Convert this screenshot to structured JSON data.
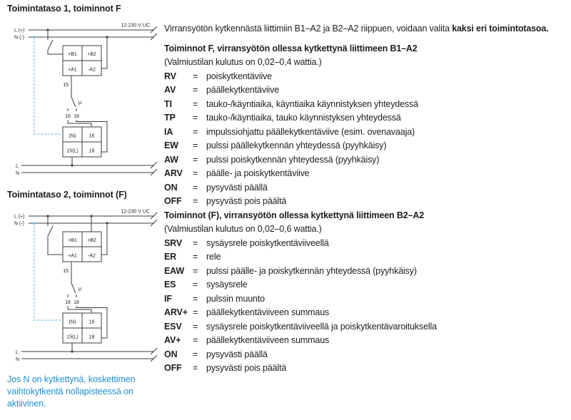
{
  "page": {
    "background": "#ffffff",
    "text_color": "#1d1d1b",
    "accent_blue": "#1e90d0",
    "dashed_wire_blue": "#7cc0e8"
  },
  "left": {
    "diagram1_title": "Toimintataso 1, toiminnot F",
    "diagram2_title": "Toimintataso 2, toiminnot (F)",
    "diagram_labels": {
      "line_l": "L (+)",
      "line_n": "N (-)",
      "voltage": "12-230 V UC",
      "term_b1": "+B1",
      "term_b2": "+B2",
      "term_a1": "+A1",
      "term_a2": "-A2",
      "contact_15": "15",
      "mu": "μ",
      "contact_16": "16",
      "contact_18": "18",
      "block_n": "(N)",
      "block_16": "16",
      "block_15l": "15(L)",
      "block_18": "18",
      "bottom_l": "L",
      "bottom_n": "N"
    },
    "note": "Jos N on kytkettynä, koskettimen vaihtokytkentä nollapisteessä on aktiivinen."
  },
  "right": {
    "intro_text": "Virransyötön kytkennästä liittimiin B1–A2 ja B2–A2 riippuen, voidaan valita ",
    "intro_bold": "kaksi eri toimintotasoa.",
    "equals": "=",
    "section1": {
      "heading": "Toiminnot F, virransyötön ollessa kytkettynä liittimeen B1–A2",
      "subheading": "(Valmiustilan kulutus on 0,02–0,4 wattia.)",
      "items": [
        {
          "code": "RV",
          "desc": "poiskytkentäviive"
        },
        {
          "code": "AV",
          "desc": "päällekytkentäviive"
        },
        {
          "code": "TI",
          "desc": "tauko-/käyntiaika, käyntiaika käynnistyksen yhteydessä"
        },
        {
          "code": "TP",
          "desc": "tauko-/käyntiaika, tauko käynnistyksen yhteydessä"
        },
        {
          "code": "IA",
          "desc": "impulssiohjattu päällekytkentäviive (esim. ovenavaaja)"
        },
        {
          "code": "EW",
          "desc": "pulssi päällekytkennän yhteydessä (pyyhkäisy)"
        },
        {
          "code": "AW",
          "desc": "pulssi poiskytkennän yhteydessä (pyyhkäisy)"
        },
        {
          "code": "ARV",
          "desc": "päälle- ja poiskytkentäviive"
        },
        {
          "code": "ON",
          "desc": "pysyvästi päällä"
        },
        {
          "code": "OFF",
          "desc": "pysyvästi pois päältä"
        }
      ]
    },
    "section2": {
      "heading": "Toiminnot (F), virransyötön ollessa kytkettynä liittimeen B2–A2",
      "subheading": "(Valmiustilan kulutus on 0,02–0,6 wattia.)",
      "items": [
        {
          "code": "SRV",
          "desc": "sysäysrele poiskytkentäviiveellä"
        },
        {
          "code": "ER",
          "desc": "rele"
        },
        {
          "code": "EAW",
          "desc": "pulssi päälle- ja poiskytkennän yhteydessä (pyyhkäisy)"
        },
        {
          "code": "ES",
          "desc": "sysäysrele"
        },
        {
          "code": "IF",
          "desc": "pulssin muunto"
        },
        {
          "code": "ARV+",
          "desc": "päällekytkentäviiveen summaus"
        },
        {
          "code": "ESV",
          "desc": "sysäysrele poiskytkentäviiveellä ja poiskytkentävaroituksella"
        },
        {
          "code": "AV+",
          "desc": "päällekytkentäviiveen summaus"
        },
        {
          "code": "ON",
          "desc": "pysyvästi päällä"
        },
        {
          "code": "OFF",
          "desc": "pysyvästi pois päältä"
        }
      ]
    }
  }
}
